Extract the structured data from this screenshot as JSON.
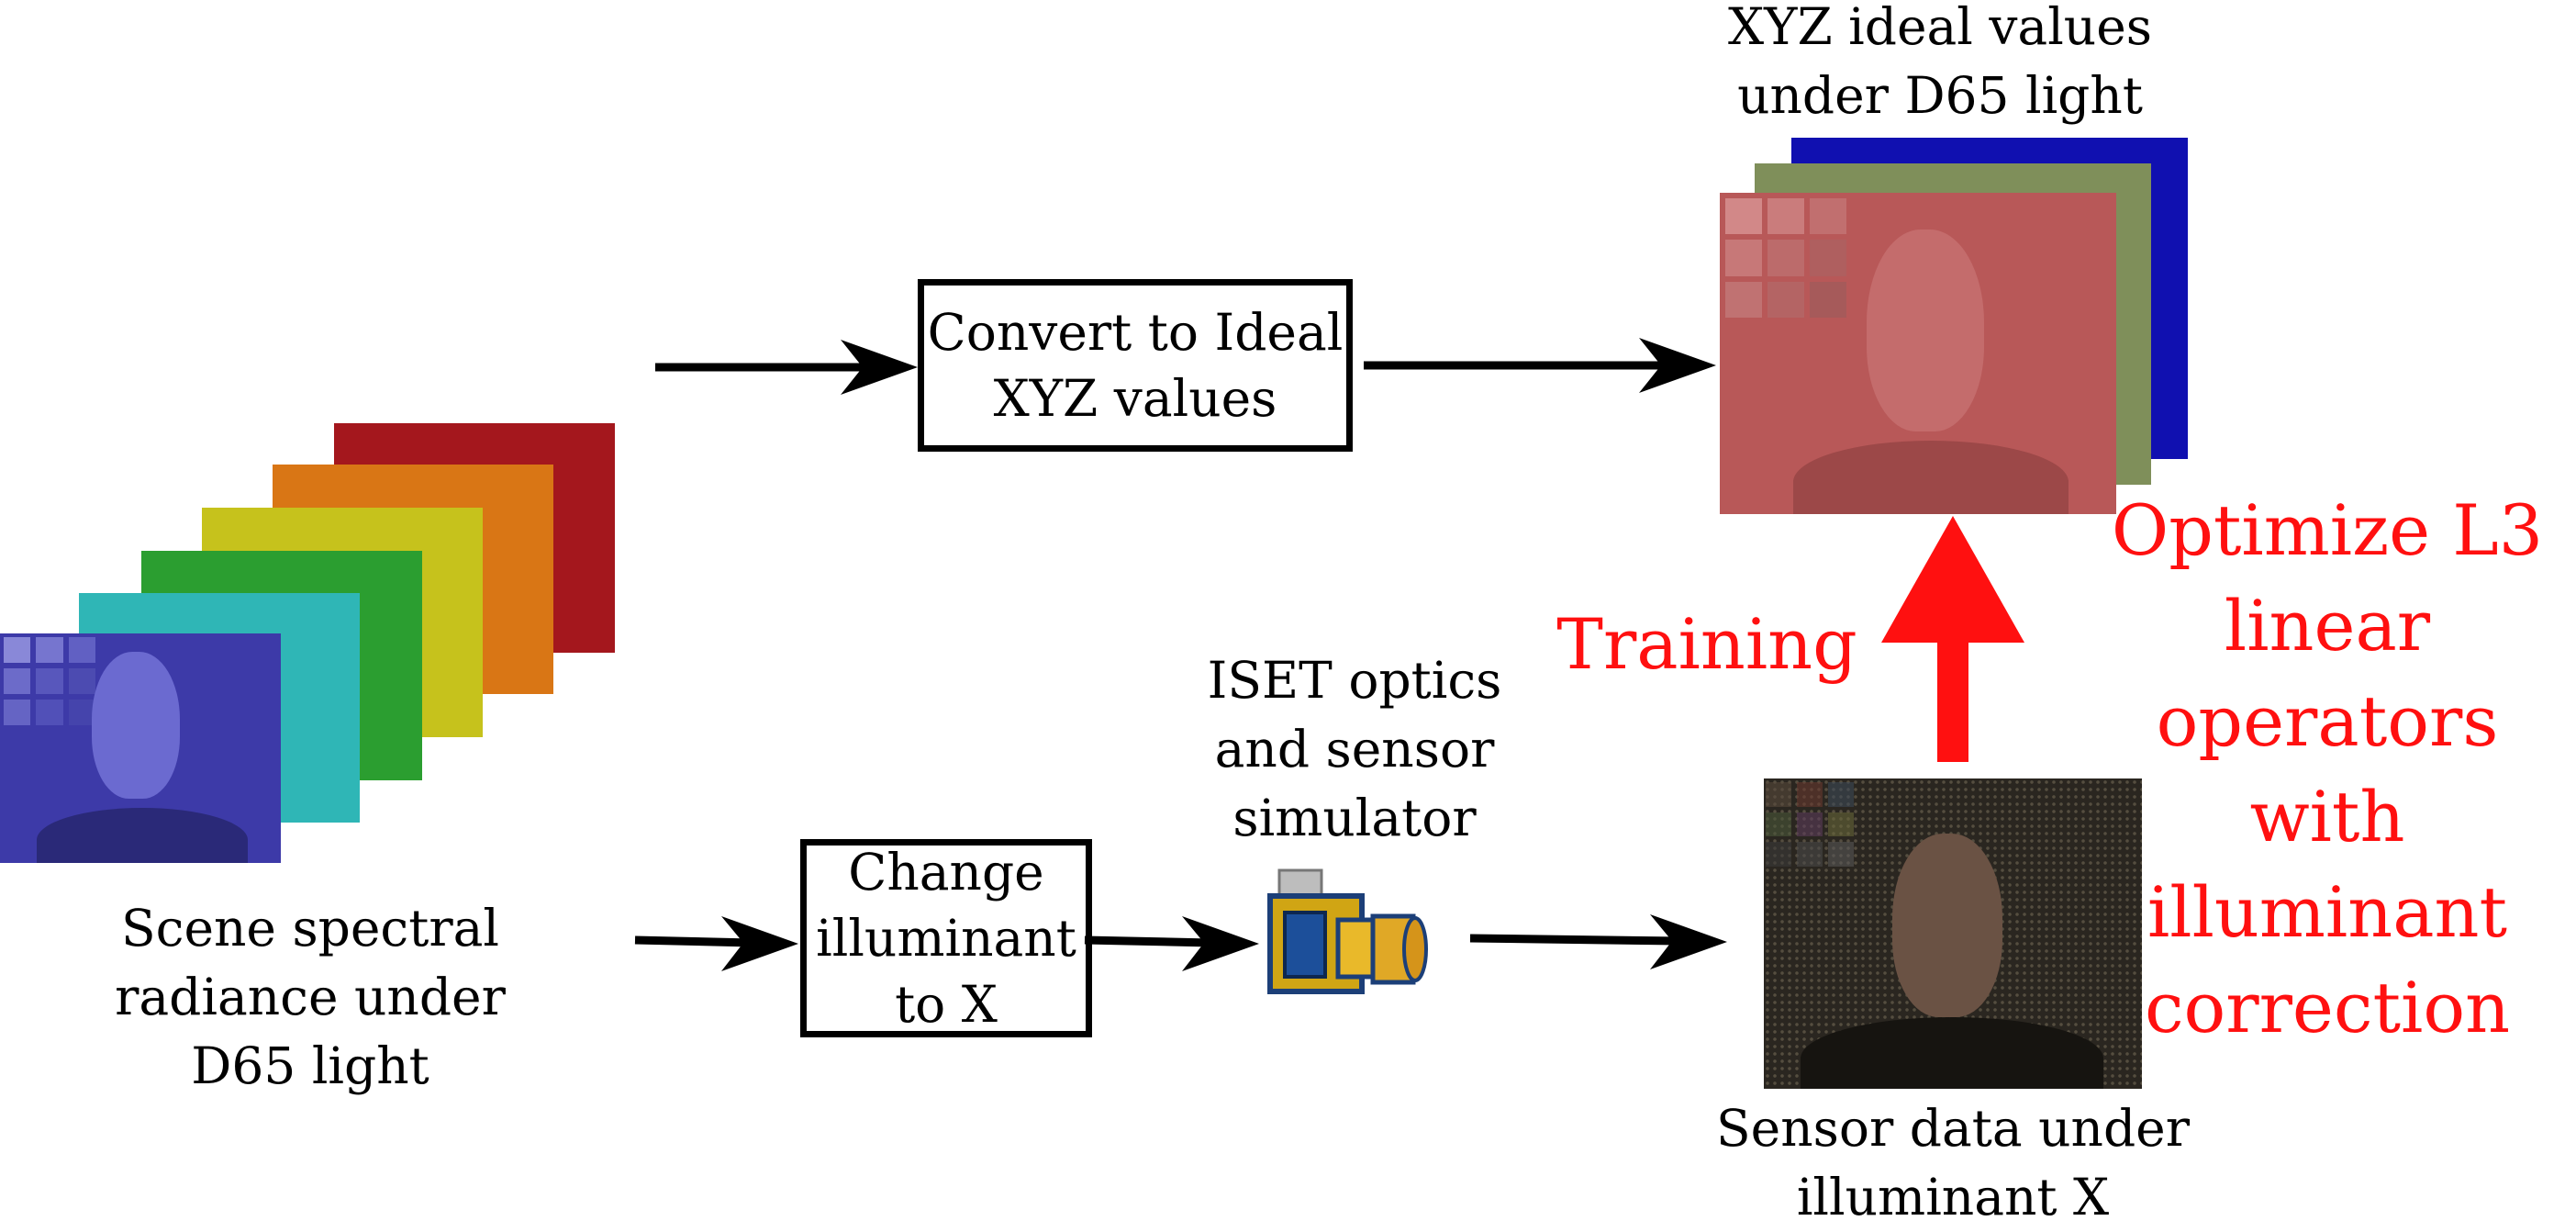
{
  "labels": {
    "scene": "Scene spectral\nradiance under\nD65 light",
    "convert": "Convert to Ideal\nXYZ values",
    "change": "Change\nilluminant\nto X",
    "iset": "ISET optics\nand sensor\nsimulator",
    "xyz": "XYZ ideal values\nunder D65 light",
    "sensor": "Sensor data under\nilluminant X",
    "training": "Training",
    "optimize": "Optimize L3\nlinear operators\nwith illuminant\ncorrection"
  },
  "colors": {
    "accent": "#ff1010",
    "scene_stack": [
      "#a4171d",
      "#d97615",
      "#c6c21c",
      "#2b9e30",
      "#2fb6b6",
      "#3d3aa8"
    ],
    "xyz_stack": [
      "#1010b0",
      "#7f8f5a",
      "#b85858"
    ]
  },
  "icons": {
    "camera": "camera-icon"
  }
}
